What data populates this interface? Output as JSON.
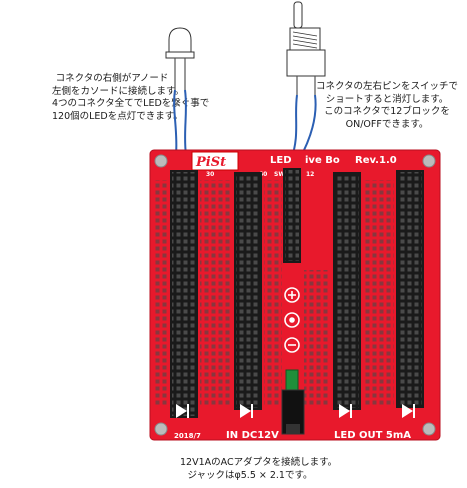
{
  "notes": {
    "left": [
      "コネクタの右側がアノード",
      "左側をカソードに接続します。",
      "4つのコネクタ全てでLEDを繋ぐ事で",
      "120個のLEDを点灯できます。"
    ],
    "right": [
      "コネクタの左右ピンをスイッチで",
      "ショートすると消灯します。",
      "このコネクタで12ブロックを",
      "ON/OFFできます。"
    ],
    "bottom": [
      "12V1AのACアダプタを接続します。",
      "ジャックはφ5.5 × 2.1です。"
    ]
  },
  "board": {
    "logo": "PiSt",
    "title_left": "LED",
    "title_mid": "ive Bo",
    "title_right": "Rev.1.0",
    "label_30": "30",
    "label_60": "60",
    "label_sw": "SW",
    "label_12": "12",
    "date": "2018/7",
    "power_label": "IN DC12V",
    "output_label": "LED OUT 5mA"
  },
  "colors": {
    "pcb": "#e8192c",
    "header": "#1a1a1a",
    "wire": "#2b5fb3"
  }
}
